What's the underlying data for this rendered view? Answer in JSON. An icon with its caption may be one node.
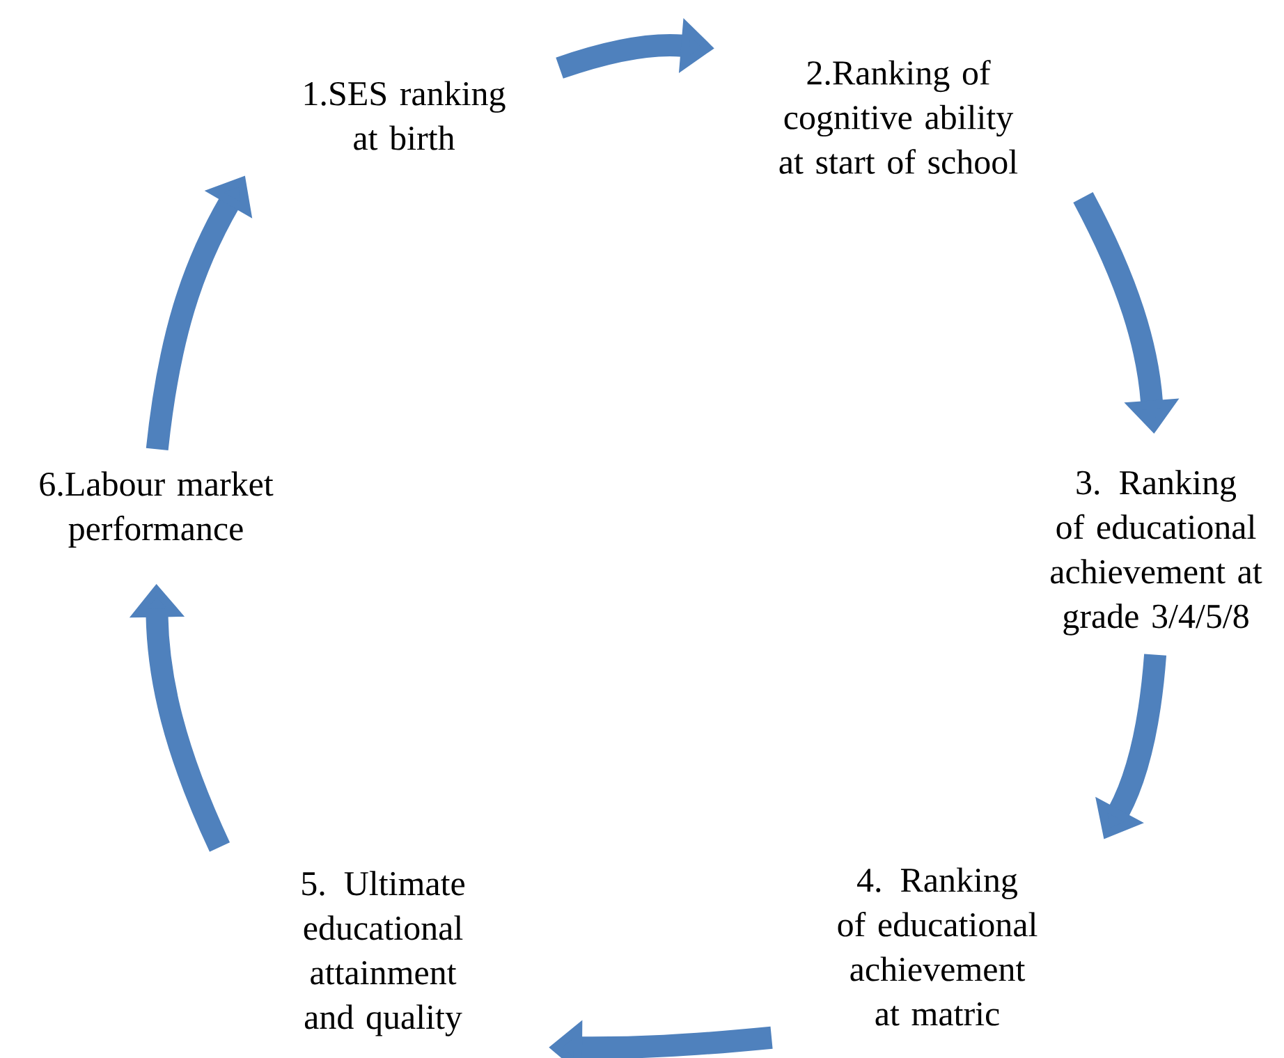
{
  "diagram": {
    "nodes": [
      {
        "text": [
          "1.SES ranking at birth"
        ]
      },
      {
        "text": [
          "2.Ranking of cognitive ability at start of  school"
        ]
      },
      {
        "text": [
          "3. Ranking of educational achievement at grade 3/4/5/8"
        ]
      },
      {
        "text": [
          "4. Ranking of educational achievement at matric"
        ]
      },
      {
        "text": [
          "5. Ultimate educational attainment and quality"
        ]
      },
      {
        "text": [
          "6.Labour market performance"
        ]
      }
    ],
    "edges": [
      {
        "from": 0,
        "to": 1,
        "arrow": "to"
      },
      {
        "from": 1,
        "to": 2,
        "arrow": "to"
      },
      {
        "from": 2,
        "to": 3,
        "arrow": "to"
      },
      {
        "from": 3,
        "to": 4,
        "arrow": "to"
      },
      {
        "from": 4,
        "to": 5,
        "arrow": "to"
      },
      {
        "from": 5,
        "to": 0,
        "arrow": "to"
      }
    ]
  }
}
